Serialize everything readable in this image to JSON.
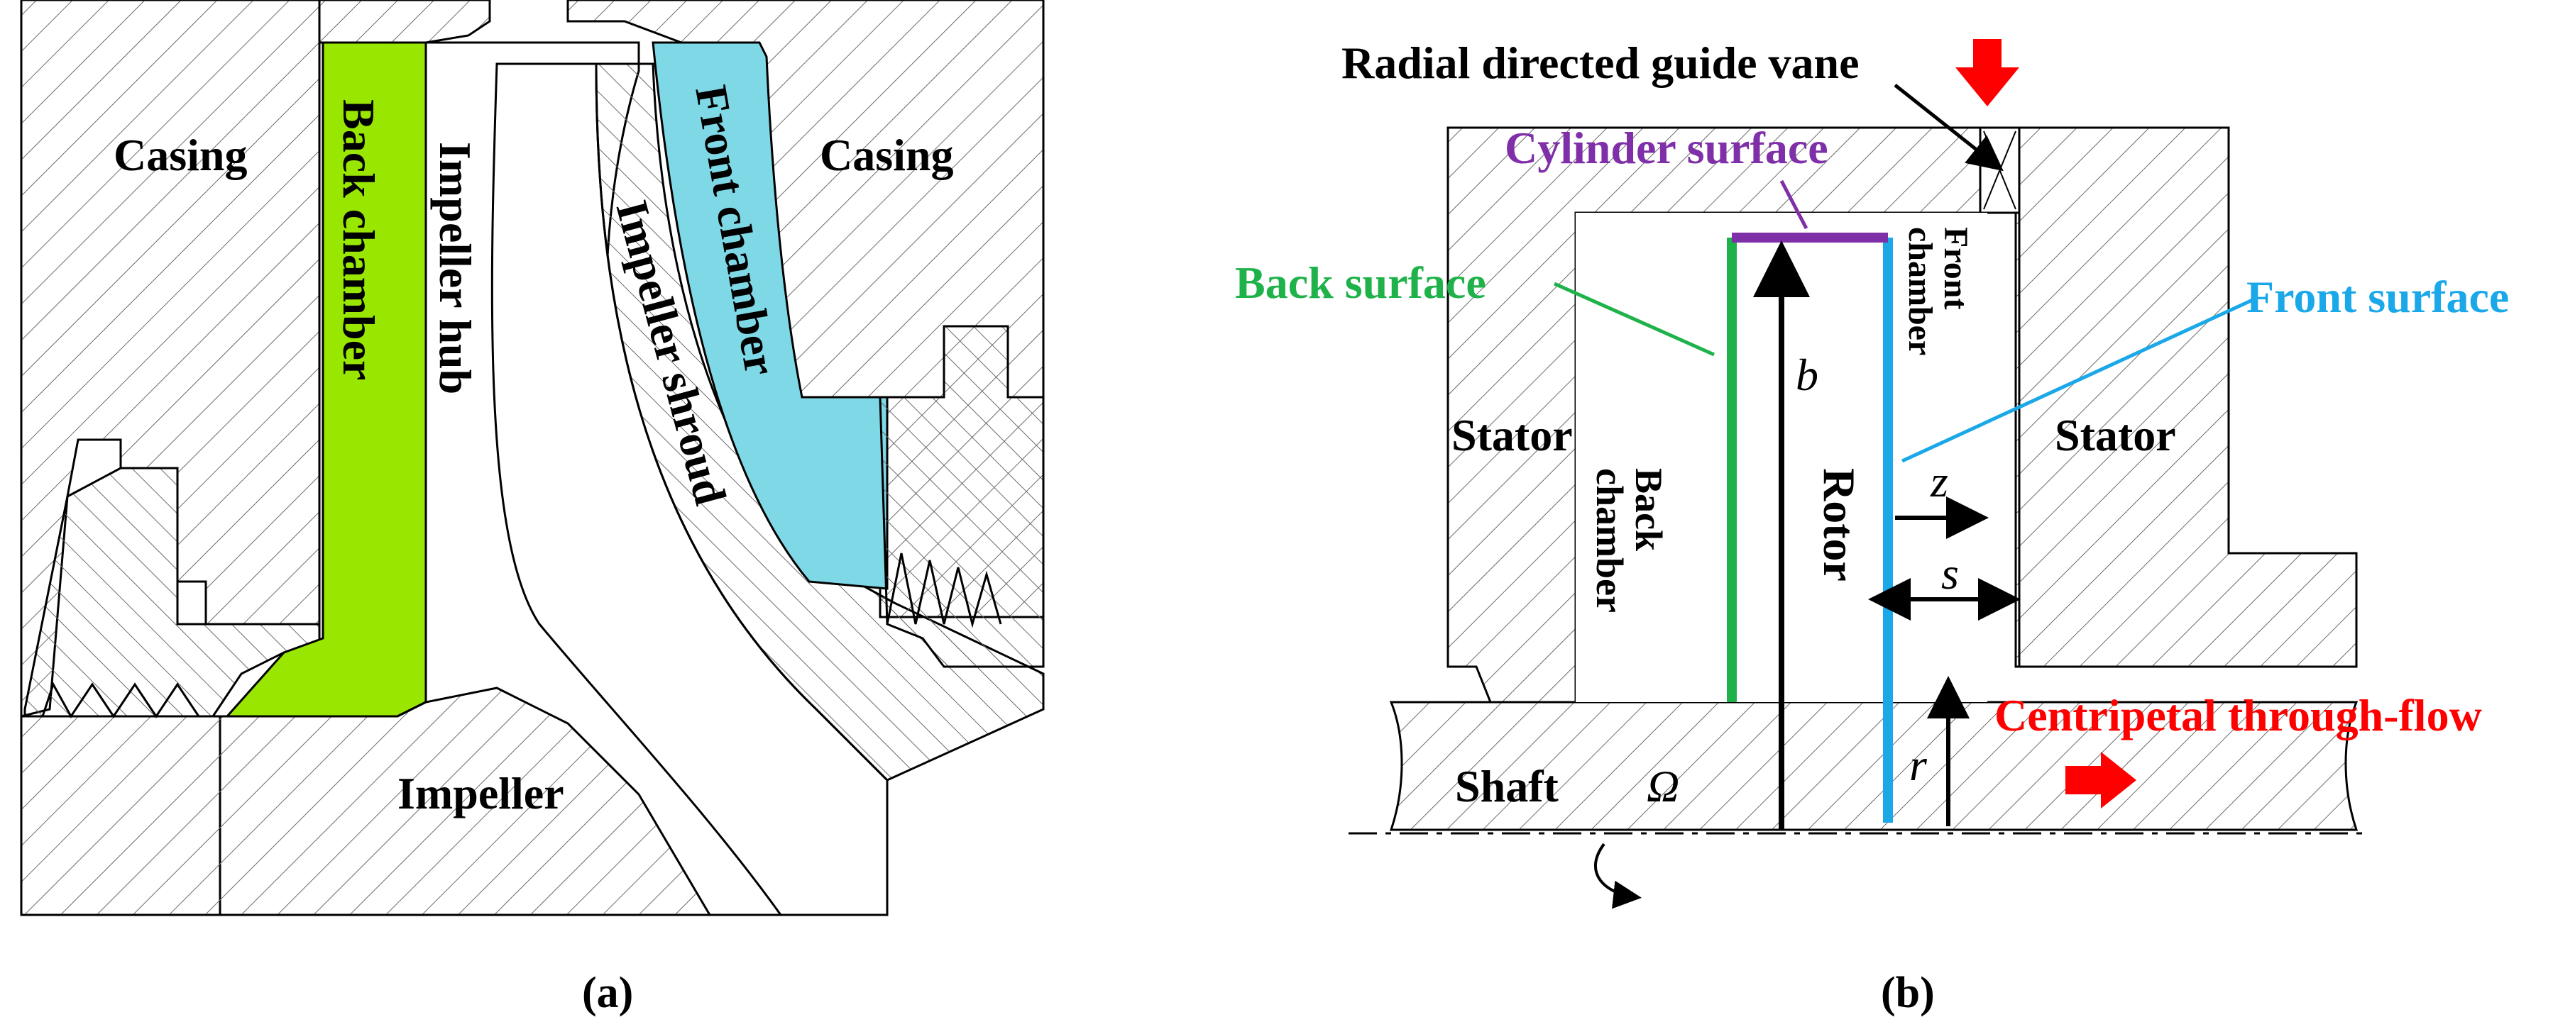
{
  "panel_a": {
    "caption": "(a)",
    "labels": {
      "casing_left": "Casing",
      "casing_right": "Casing",
      "back_chamber": "Back chamber",
      "impeller_hub": "Impeller hub",
      "impeller_shroud": "Impeller shroud",
      "front_chamber": "Front chamber",
      "impeller": "Impeller"
    },
    "colors": {
      "back_chamber_fill": "#99e600",
      "front_chamber_fill": "#7fd8e6"
    }
  },
  "panel_b": {
    "caption": "(b)",
    "labels": {
      "radial_vane": "Radial directed guide vane",
      "cylinder_surface": "Cylinder surface",
      "back_surface": "Back surface",
      "front_surface": "Front surface",
      "stator_left": "Stator",
      "stator_right": "Stator",
      "back_chamber_1": "Back",
      "back_chamber_2": "chamber",
      "front_chamber_1": "Front",
      "front_chamber_2": "chamber",
      "rotor": "Rotor",
      "shaft": "Shaft",
      "omega": "Ω",
      "b": "b",
      "z": "z",
      "s": "s",
      "r": "r",
      "through_flow": "Centripetal through-flow"
    },
    "colors": {
      "cylinder_surface": "#7f2fa8",
      "back_surface": "#1fb24a",
      "front_surface": "#1aa8e8",
      "flow_arrow": "#ff0000"
    }
  }
}
